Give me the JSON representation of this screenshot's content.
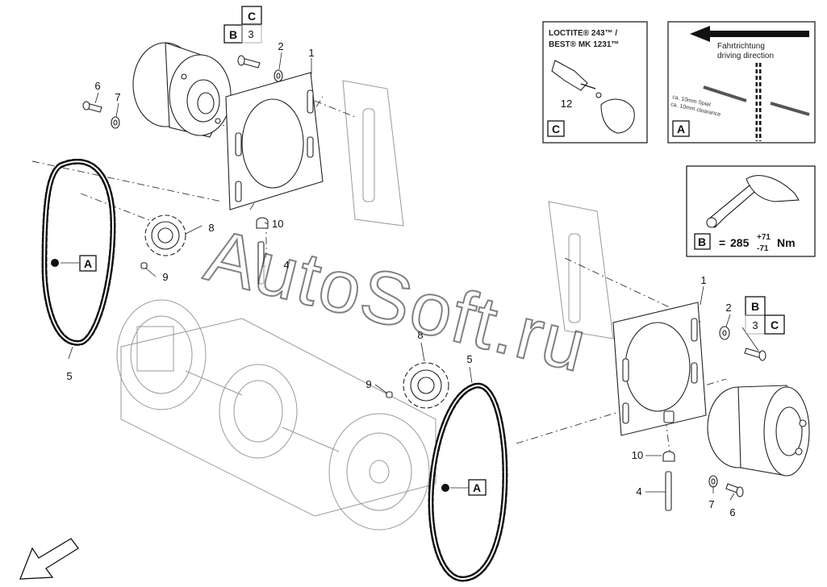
{
  "callouts": {
    "box_c_top": "C",
    "box_b_top": "B",
    "num_3_top": "3",
    "num_2_top": "2",
    "num_1_top": "1",
    "num_6_top": "6",
    "num_7_top": "7",
    "num_8_top": "8",
    "num_10_top": "10",
    "num_4_top": "4",
    "num_9_top": "9",
    "label_a_left": "A",
    "num_5_left": "5",
    "num_1_right": "1",
    "num_2_right": "2",
    "box_b_right": "B",
    "num_3_right": "3",
    "box_c_right": "C",
    "num_8_mid": "8",
    "num_9_mid": "9",
    "num_5_mid": "5",
    "label_a_mid": "A",
    "num_10_right": "10",
    "num_4_right": "4",
    "num_7_right": "7",
    "num_6_right": "6"
  },
  "loctite_panel": {
    "line1": "LOCTITE® 243™ /",
    "line2": "BEST® MK 1231™",
    "part_number": "12",
    "box_letter": "C"
  },
  "direction_panel": {
    "text_de": "Fahrtrichtung",
    "text_en": "driving direction",
    "clearance_de": "ca. 10mm Spiel",
    "clearance_en": "ca. 10mm clearance",
    "box_letter": "A"
  },
  "torque_panel": {
    "box_letter": "B",
    "equals": "=",
    "value": "285",
    "tol_plus": "+71",
    "tol_minus": "-71",
    "unit": "Nm"
  },
  "watermark": "AutoSoft.ru",
  "icons": {
    "front_arrow": "front-direction-arrow-icon",
    "wrench": "wrench-hand-icon",
    "bottle": "adhesive-bottle-icon",
    "direction": "direction-arrow-icon"
  }
}
